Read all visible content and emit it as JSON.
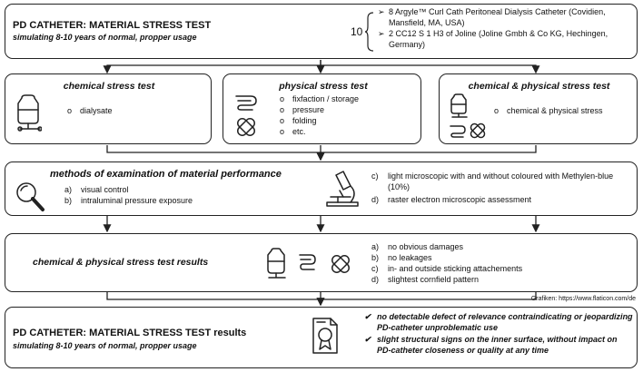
{
  "top": {
    "title": "PD CATHETER: MATERIAL STRESS TEST",
    "subtitle": "simulating 8-10 years of normal, propper usage",
    "count": "10",
    "items": [
      "8 Argyle™ Curl Cath Peritoneal Dialysis Catheter (Covidien, Mansfield, MA, USA)",
      "2 CC12 S 1 H3 of Joline (Joline Gmbh & Co KG, Hechingen, Germany)"
    ]
  },
  "chemical": {
    "title": "chemical stress test",
    "items": [
      "dialysate"
    ]
  },
  "physical": {
    "title": "physical stress test",
    "items": [
      "fixfaction / storage",
      "pressure",
      "folding",
      "etc."
    ]
  },
  "chemphys": {
    "title": "chemical & physical stress test",
    "items": [
      "chemical & physical stress"
    ]
  },
  "methods": {
    "title": "methods of examination of material performance",
    "left": [
      {
        "letter": "a)",
        "text": "visual control"
      },
      {
        "letter": "b)",
        "text": "intraluminal pressure exposure"
      }
    ],
    "right": [
      {
        "letter": "c)",
        "text": "light microscopic with and without coloured  with Methylen-blue (10%)"
      },
      {
        "letter": "d)",
        "text": "raster electron microscopic assessment"
      }
    ]
  },
  "results": {
    "title": "chemical & physical stress test results",
    "items": [
      {
        "letter": "a)",
        "text": "no obvious damages"
      },
      {
        "letter": "b)",
        "text": "no leakages"
      },
      {
        "letter": "c)",
        "text": "in- and outside sticking attachements"
      },
      {
        "letter": "d)",
        "text": "slightest cornfield pattern"
      }
    ],
    "credit": "Grafiken: https://www.flaticon.com/de"
  },
  "final": {
    "title": "PD CATHETER: MATERIAL STRESS TEST results",
    "subtitle": "simulating 8-10 years of normal, propper usage",
    "items": [
      "no detectable defect of relevance contraindicating or jeopardizing PD-catheter unproblematic use",
      "slight structural signs on the inner surface, without impact on PD-catheter closeness or quality at any time"
    ]
  },
  "icons": [
    "dialysis-bag-icon",
    "coiled-catheter-icon",
    "bandage-icon",
    "magnifier-icon",
    "microscope-icon",
    "certificate-icon"
  ]
}
